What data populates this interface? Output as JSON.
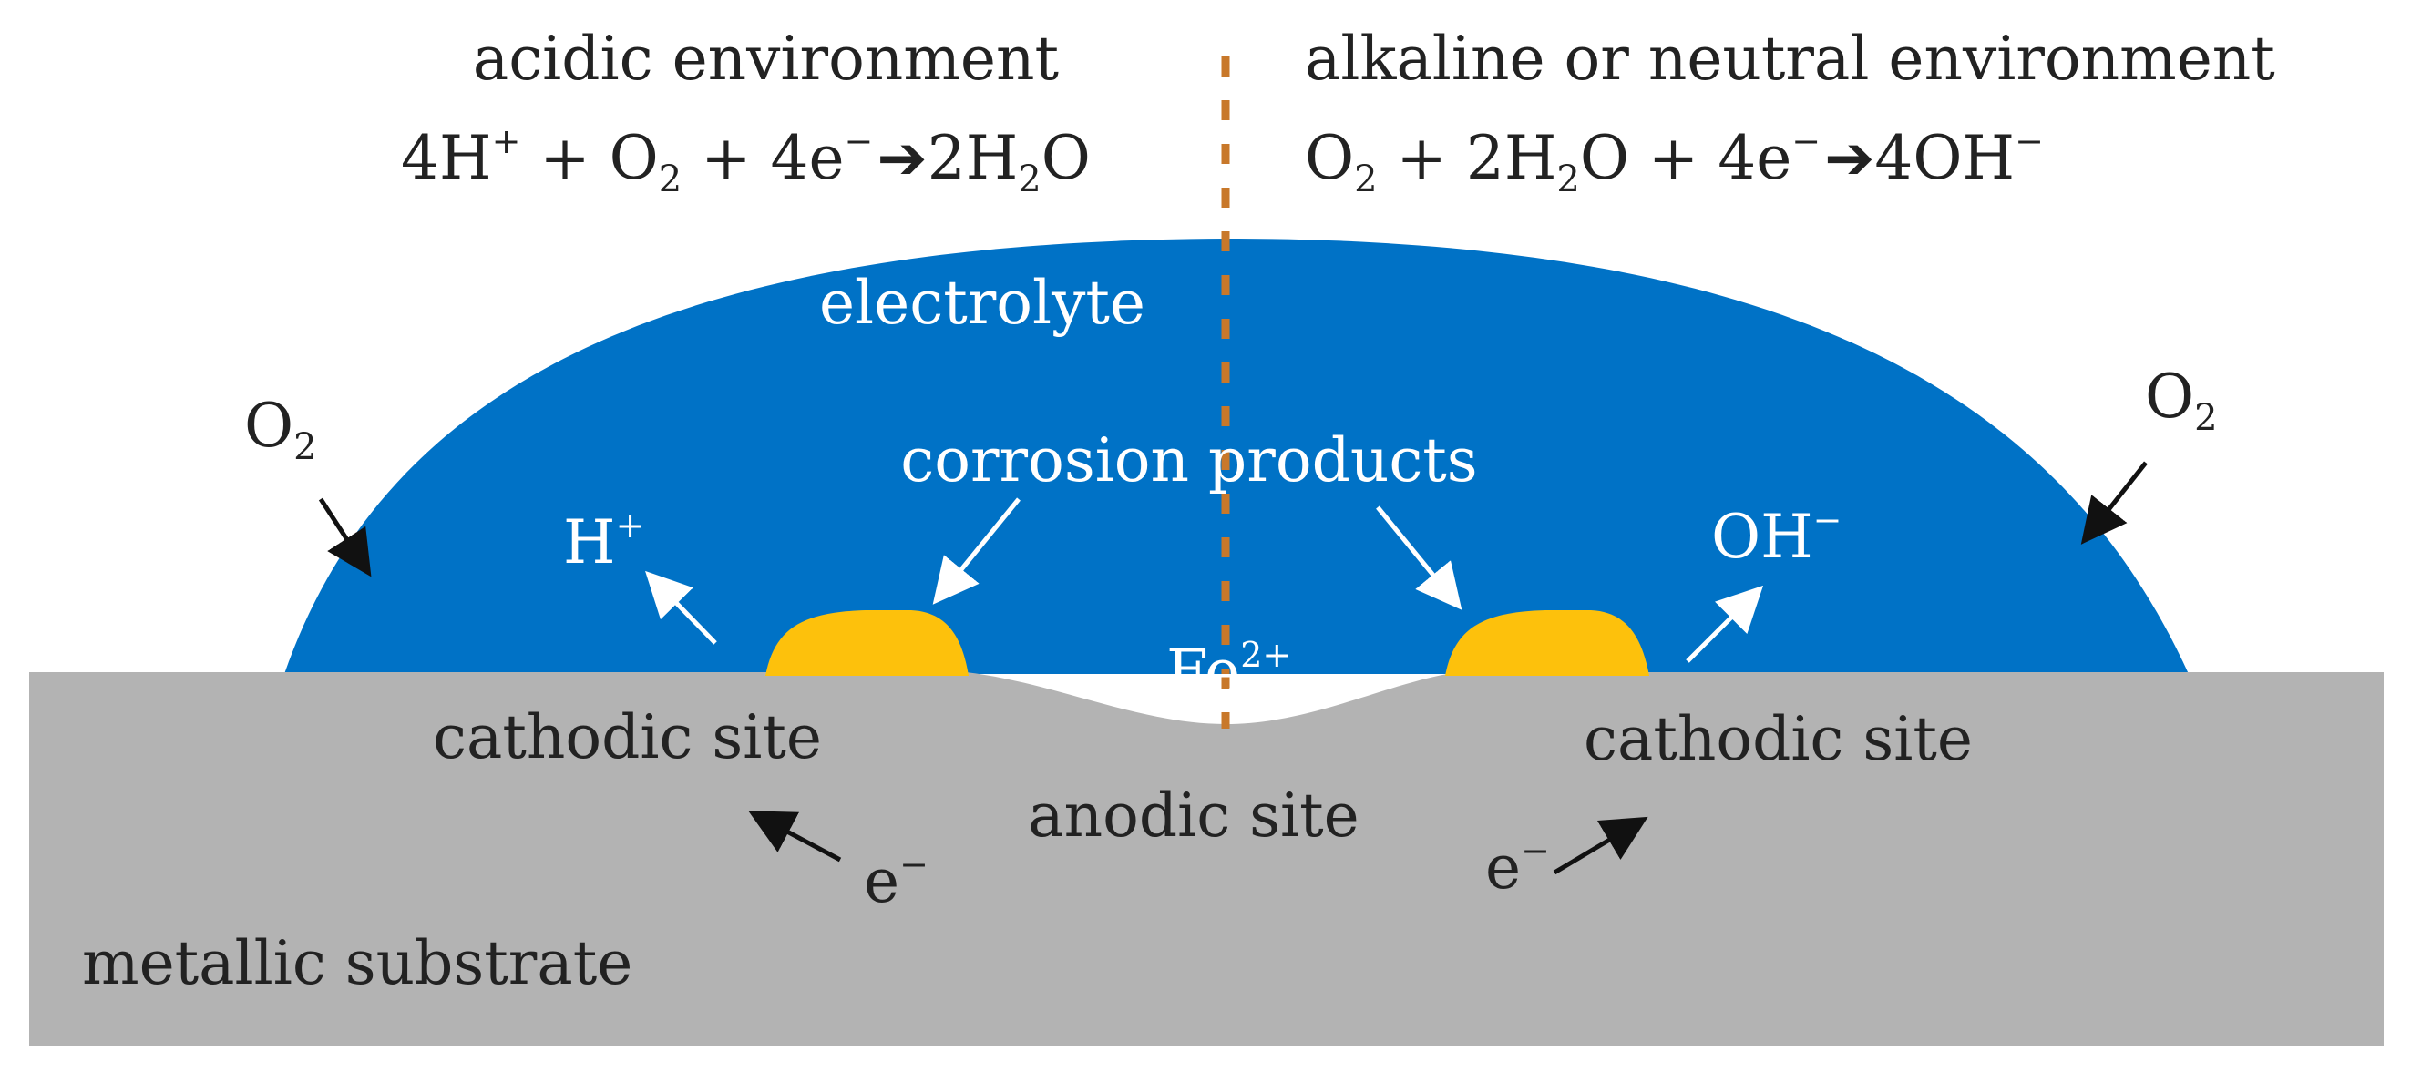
{
  "colors": {
    "electrolyte": "#0072C6",
    "substrate": "#B3B3B3",
    "corrosion_products": "#FDC10C",
    "divider": "#C8782A",
    "text_dark": "#222222",
    "text_light": "#FFFFFF"
  },
  "header": {
    "left_title": "acidic environment",
    "right_title": "alkaline or neutral environment",
    "left_eq": {
      "coef_h": "4H",
      "h_charge": "+",
      "plus_o2": " + O",
      "o2_sub": "2",
      "plus_e": " + 4e",
      "e_charge": "−",
      "arrow": "➔",
      "product": "2H",
      "product_sub": "2",
      "product_tail": "O"
    },
    "right_eq": {
      "o": "O",
      "o_sub": "2",
      "plus_h": " + 2H",
      "h_sub": "2",
      "o_mid": "O",
      "plus_e": " + 4e",
      "e_charge": "−",
      "arrow": "➔",
      "product": "4OH",
      "product_charge": "−"
    }
  },
  "labels": {
    "electrolyte": "electrolyte",
    "corrosion_products": "corrosion products",
    "o2_left": "O",
    "o2_left_sub": "2",
    "o2_right": "O",
    "o2_right_sub": "2",
    "h_plus": "H",
    "h_plus_charge": "+",
    "oh_minus": "OH",
    "oh_minus_charge": "−",
    "fe": "Fe",
    "fe_charge": "2+",
    "cathodic_left": "cathodic site",
    "cathodic_right": "cathodic site",
    "anodic": "anodic site",
    "e_left": "e",
    "e_left_charge": "−",
    "e_right": "e",
    "e_right_charge": "−",
    "substrate": "metallic substrate"
  }
}
